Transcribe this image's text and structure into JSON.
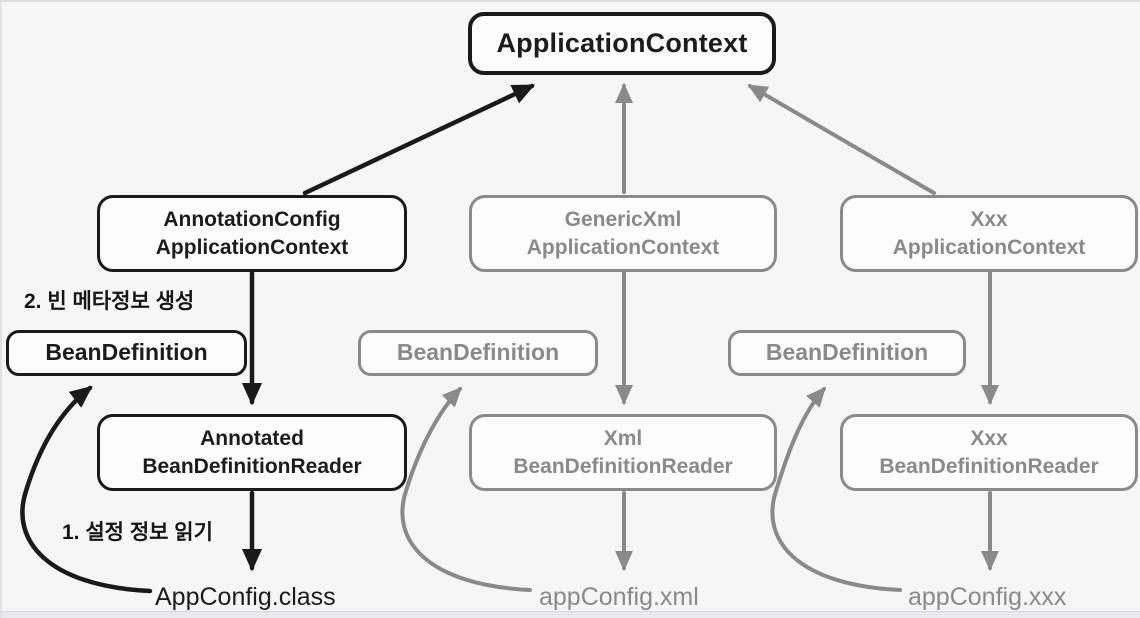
{
  "diagram_title": "ApplicationContext / BeanDefinitionReader hierarchy",
  "colors": {
    "active_path": "#1a1a1a",
    "inactive_path": "#8a8a8a",
    "background": "#f6f6f7",
    "node_fill": "#fcfcfc"
  },
  "nodes": {
    "application_context": {
      "label": "ApplicationContext"
    },
    "annotation_config_context": {
      "line1": "AnnotationConfig",
      "line2": "ApplicationContext"
    },
    "generic_xml_context": {
      "line1": "GenericXml",
      "line2": "ApplicationContext"
    },
    "xxx_context": {
      "line1": "Xxx",
      "line2": "ApplicationContext"
    },
    "bean_definition_annotation": {
      "label": "BeanDefinition"
    },
    "bean_definition_xml": {
      "label": "BeanDefinition"
    },
    "bean_definition_xxx": {
      "label": "BeanDefinition"
    },
    "annotated_reader": {
      "line1": "Annotated",
      "line2": "BeanDefinitionReader"
    },
    "xml_reader": {
      "line1": "Xml",
      "line2": "BeanDefinitionReader"
    },
    "xxx_reader": {
      "line1": "Xxx",
      "line2": "BeanDefinitionReader"
    }
  },
  "annotations": {
    "step2": "2. 빈 메타정보 생성",
    "step1": "1. 설정 정보 읽기"
  },
  "files": {
    "app_config_class": "AppConfig.class",
    "app_config_xml": "appConfig.xml",
    "app_config_xxx": "appConfig.xxx"
  }
}
